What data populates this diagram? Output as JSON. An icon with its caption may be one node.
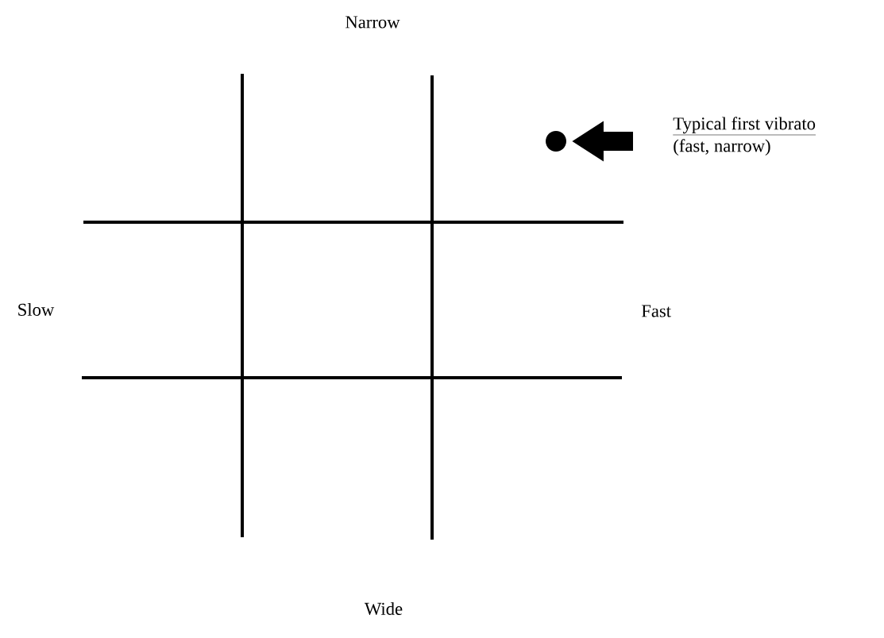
{
  "diagram": {
    "nodes": [
      {
        "text": [],
        "shape": "circle"
      },
      {
        "text": [
          "Typical first vibrato",
          "(fast, narrow)"
        ]
      }
    ],
    "edges": [
      {
        "from": 1,
        "to": 0,
        "arrow": "to"
      }
    ],
    "labels": [
      "Narrow",
      "Slow",
      "Fast",
      "Wide"
    ]
  }
}
